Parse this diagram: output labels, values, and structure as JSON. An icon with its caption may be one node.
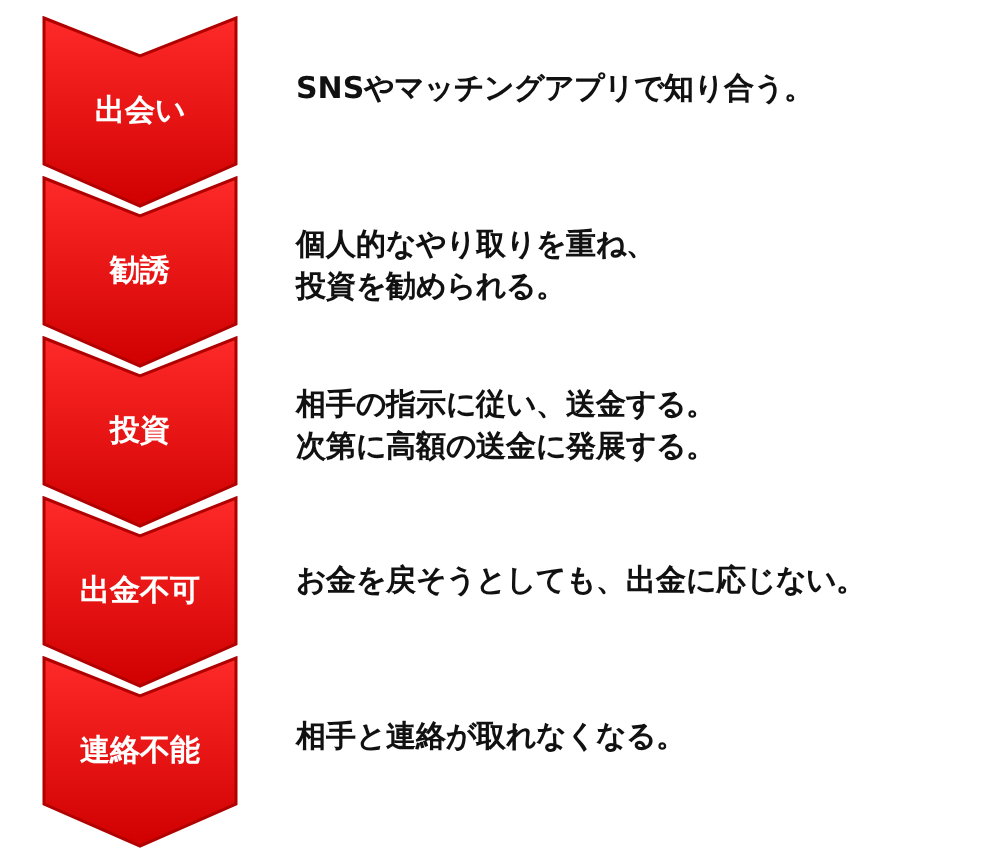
{
  "diagram": {
    "nodes": [
      {
        "text": [
          "出会い"
        ],
        "beside": [
          "SNSやマッチングアプリで知り合う。"
        ]
      },
      {
        "text": [
          "勧誘"
        ],
        "beside": [
          "個人的なやり取りを重ね、投資を勧められる。"
        ]
      },
      {
        "text": [
          "投資"
        ],
        "beside": [
          "相手の指示に従い、送金する。次第に高額の送金に発展する。"
        ]
      },
      {
        "text": [
          "出金不可"
        ],
        "beside": [
          "お金を戻そうとしても、出金に応じない。"
        ]
      },
      {
        "text": [
          "連絡不能"
        ],
        "beside": [
          "相手と連絡が取れなくなる。"
        ]
      }
    ]
  }
}
